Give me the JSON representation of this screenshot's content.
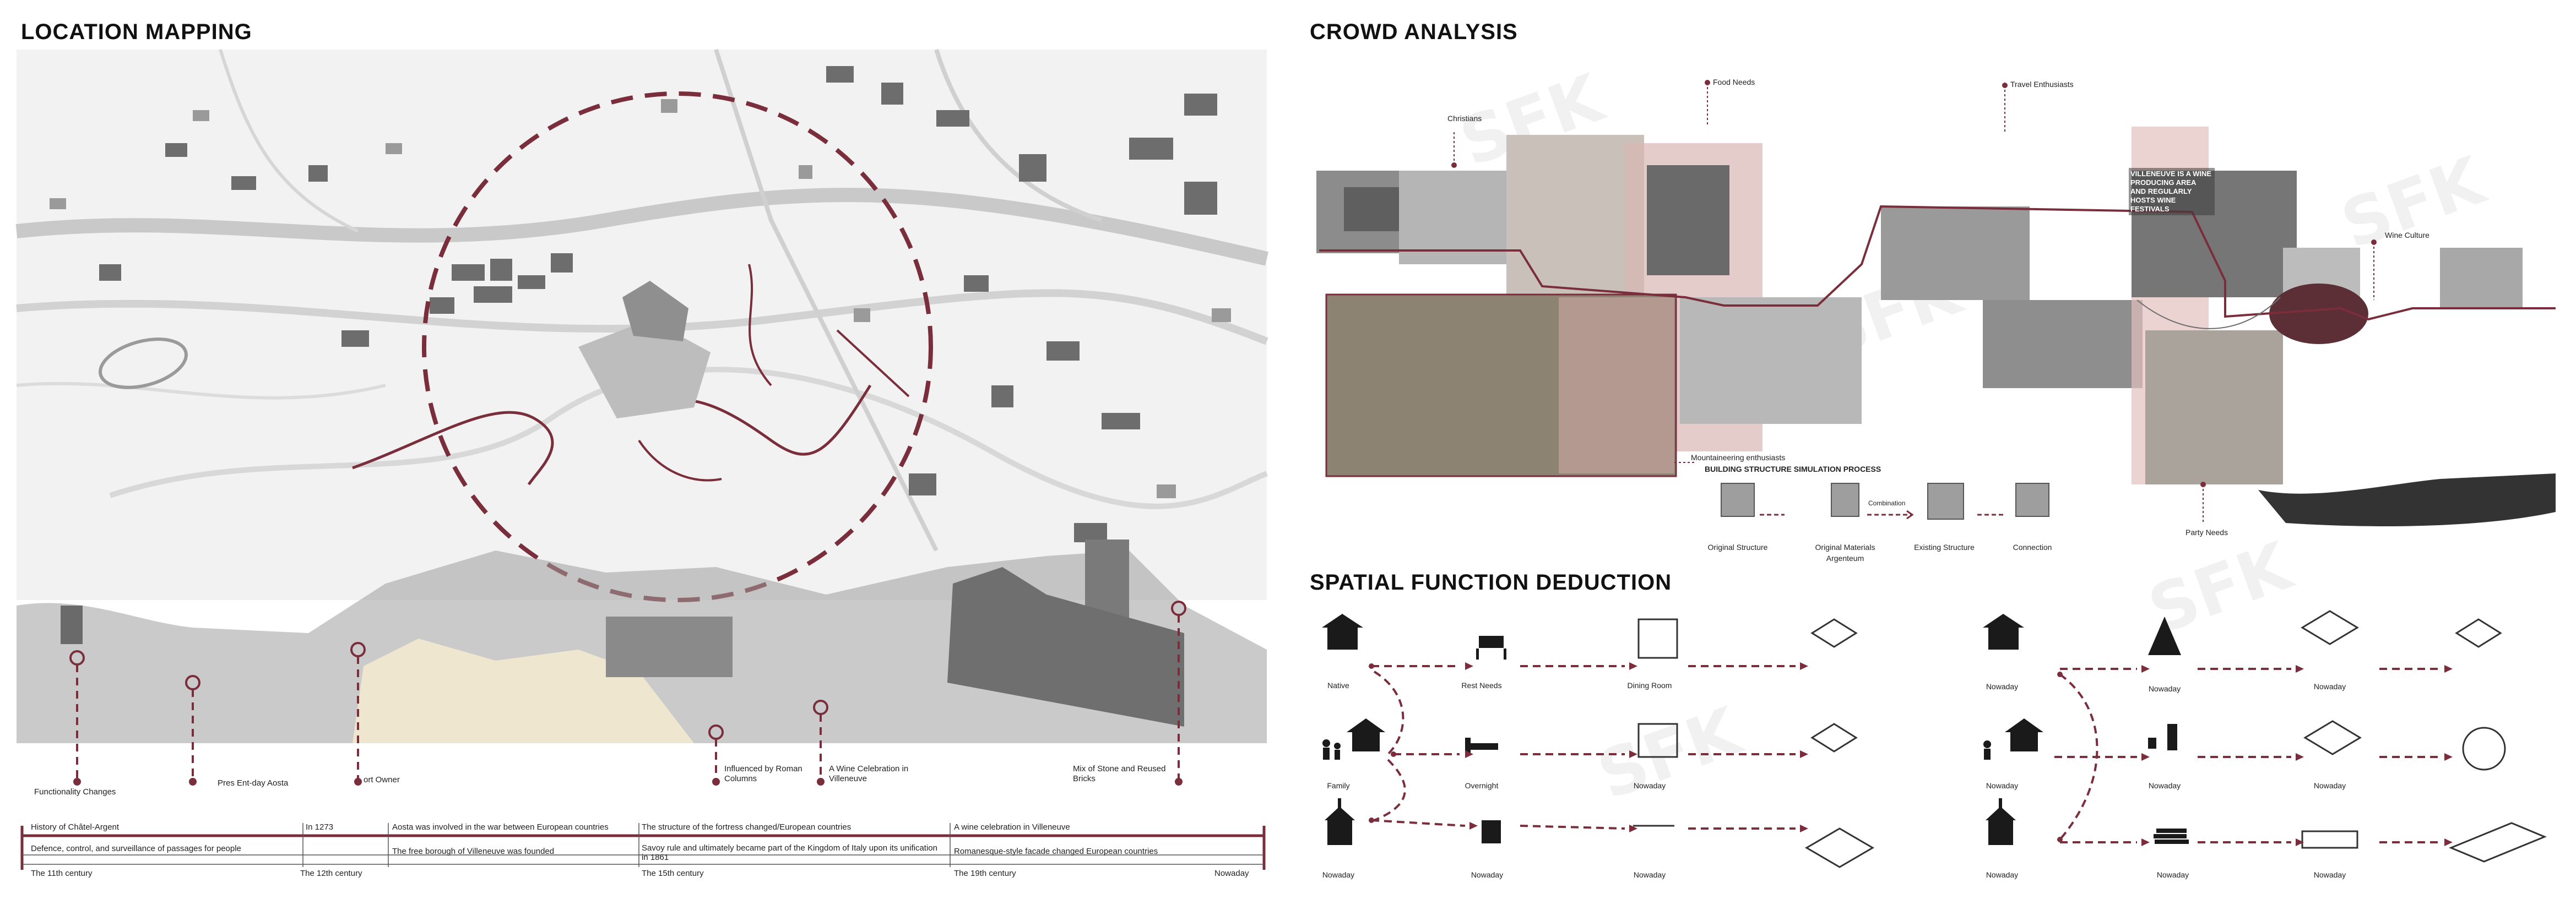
{
  "sections": {
    "location": "LOCATION MAPPING",
    "crowd": "CROWD ANALYSIS",
    "spatial": "SPATIAL FUNCTION DEDUCTION"
  },
  "map_callouts": [
    "Functionality Changes",
    "Pres Ent-day Aosta",
    "ort Owner",
    "Influenced by Roman Columns",
    "A Wine Celebration in Villeneuve",
    "Mix of Stone and Reused Bricks"
  ],
  "timeline": {
    "row1": [
      "History of Châtel-Argent",
      "In 1273",
      "Aosta was involved in the war between European countries",
      "The structure of the fortress changed/European countries",
      "A wine celebration in Villeneuve"
    ],
    "row2": [
      "Defence, control, and surveillance of passages for people",
      "The free borough of Villeneuve was founded",
      "Savoy rule and ultimately became part of the Kingdom of Italy upon its unification in 1861",
      "Romanesque-style facade changed European countries"
    ],
    "eras": [
      "The 11th century",
      "The 12th century",
      "The 15th century",
      "The 19th century",
      "Nowaday"
    ]
  },
  "crowd_labels": {
    "christians": "Christians",
    "food": "Food Needs",
    "travel": "Travel Enthusiasts",
    "villeneuve_note": "VILLENEUVE IS A WINE PRODUCING AREA AND REGULARLY HOSTS WINE FESTIVALS",
    "wine": "Wine Culture",
    "mountaineering": "Mountaineering enthusiasts",
    "party": "Party Needs"
  },
  "simulation": {
    "title": "BUILDING STRUCTURE SIMULATION PROCESS",
    "combination": "Combination",
    "steps": [
      "Original Structure",
      "Original Materials",
      "Existing Structure",
      "Connection"
    ],
    "sub": "Argenteum"
  },
  "deduction": {
    "left_rows": [
      [
        "Native",
        "Rest Needs",
        "Dining Room"
      ],
      [
        "Family",
        "Overnight",
        "Nowaday"
      ],
      [
        "Nowaday",
        "Nowaday",
        "Nowaday"
      ]
    ],
    "right_rows": [
      [
        "Nowaday",
        "Nowaday",
        "Nowaday"
      ],
      [
        "Nowaday",
        "Nowaday",
        "Nowaday"
      ],
      [
        "Nowaday",
        "Nowaday",
        "Nowaday"
      ]
    ]
  },
  "accent_color": "#7a2e3b",
  "watermark": "SFK"
}
